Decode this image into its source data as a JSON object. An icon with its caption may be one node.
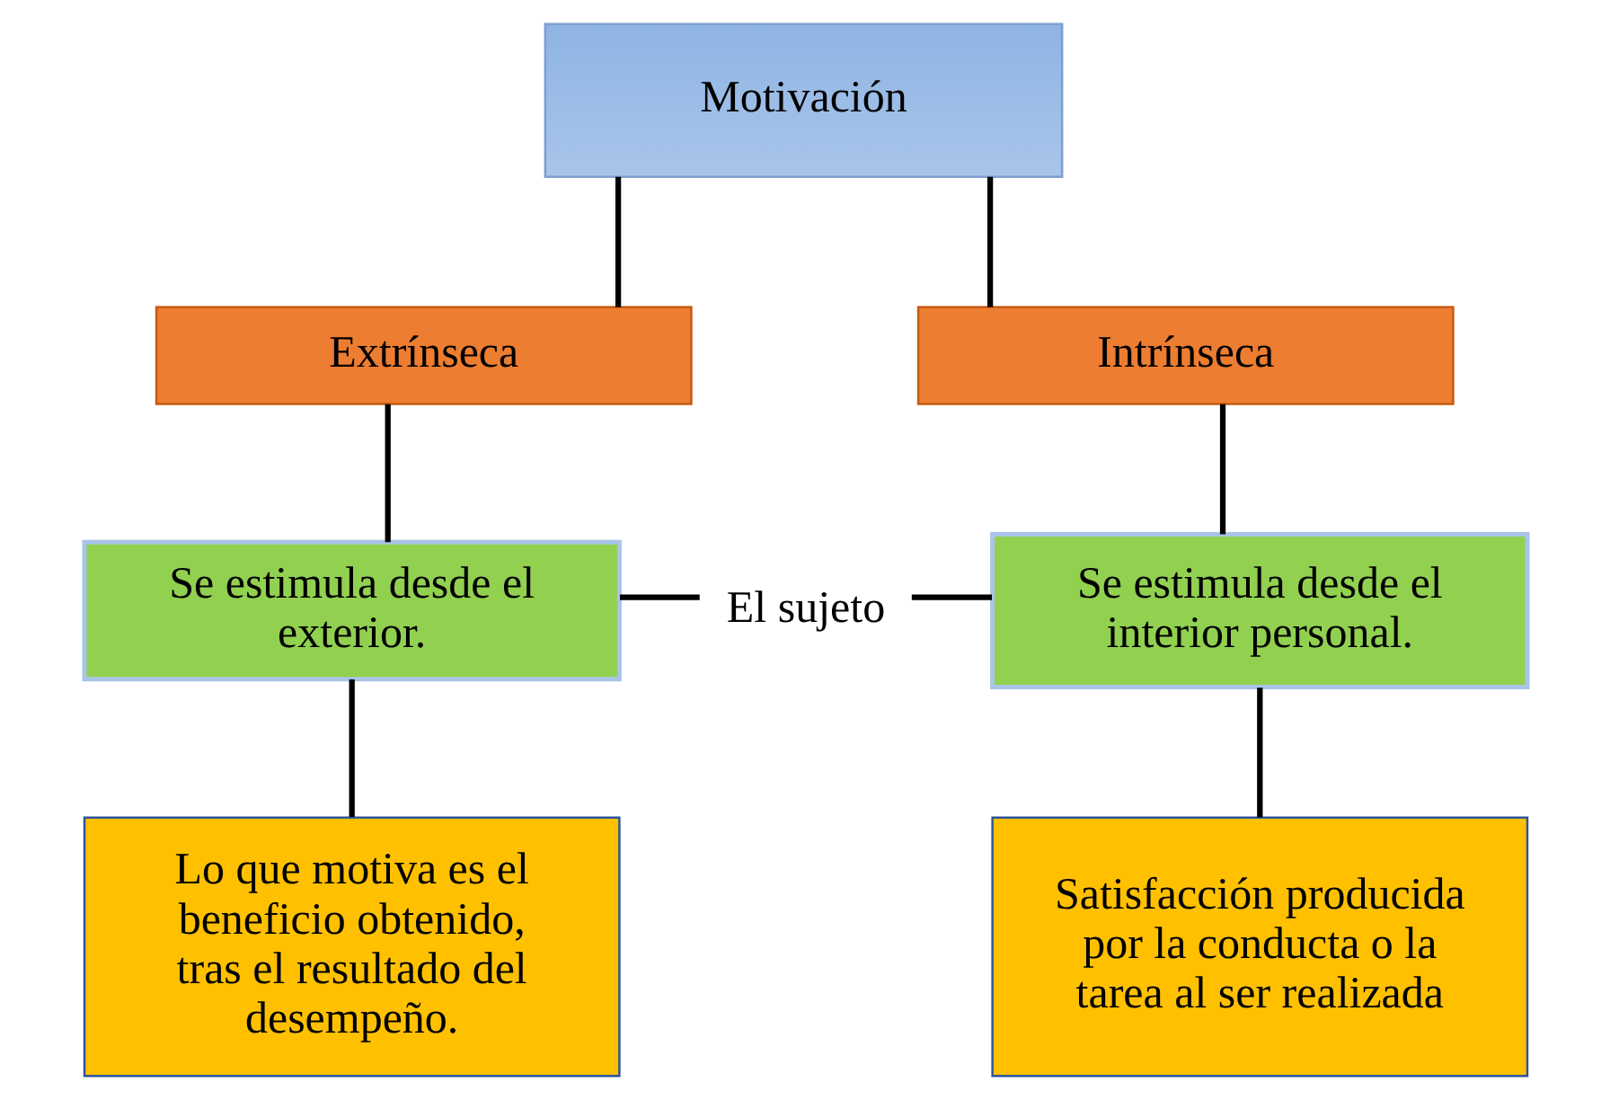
{
  "diagram": {
    "nodes": [
      {
        "text": [
          "Motivación"
        ]
      },
      {
        "text": [
          "Extrínseca"
        ]
      },
      {
        "text": [
          "Intrínseca"
        ]
      },
      {
        "text": [
          "Se estimula desde el exterior."
        ]
      },
      {
        "text": [
          "El sujeto"
        ]
      },
      {
        "text": [
          "Se estimula desde el interior personal."
        ]
      },
      {
        "text": [
          "Lo que motiva es el beneficio obtenido, tras el resultado del desempeño."
        ]
      },
      {
        "text": [
          "Satisfacción producida por la conducta o la tarea al ser realizada"
        ]
      }
    ],
    "edges": [
      {
        "from": 0,
        "to": 1,
        "arrow": "none"
      },
      {
        "from": 0,
        "to": 2,
        "arrow": "none"
      },
      {
        "from": 1,
        "to": 3,
        "arrow": "none"
      },
      {
        "from": 2,
        "to": 5,
        "arrow": "none"
      },
      {
        "from": 3,
        "to": 4,
        "arrow": "none"
      },
      {
        "from": 4,
        "to": 5,
        "arrow": "none"
      },
      {
        "from": 3,
        "to": 6,
        "arrow": "none"
      },
      {
        "from": 5,
        "to": 7,
        "arrow": "none"
      }
    ]
  }
}
